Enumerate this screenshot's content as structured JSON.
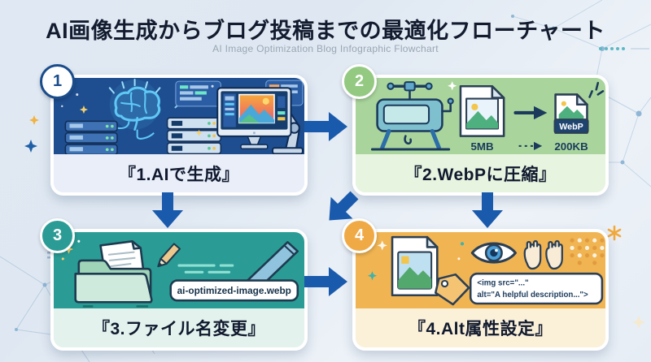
{
  "header": {
    "title": "AI画像生成からブログ投稿までの最適化フローチャート",
    "subtitle": "AI Image Optimization Blog Infographic Flowchart"
  },
  "steps": [
    {
      "number": "1",
      "caption": "『1.AIで生成』",
      "accent": "#1e4e90"
    },
    {
      "number": "2",
      "caption": "『2.WebPに圧縮』",
      "accent": "#a9d59c",
      "before_size": "5MB",
      "after_size": "200KB",
      "format_badge": "WebP"
    },
    {
      "number": "3",
      "caption": "『3.ファイル名変更』",
      "accent": "#2a9c95",
      "filename": "ai-optimized-image.webp"
    },
    {
      "number": "4",
      "caption": "『4.Alt属性設定』",
      "accent": "#f0b452",
      "code_line_1": "<img src=\"...\"",
      "code_line_2": "alt=\"A helpful description...\">"
    }
  ],
  "colors": {
    "arrow": "#1a5aac",
    "title_text": "#131c2f",
    "subtitle_text": "#98a6b4",
    "panel_border": "#ffffff"
  }
}
